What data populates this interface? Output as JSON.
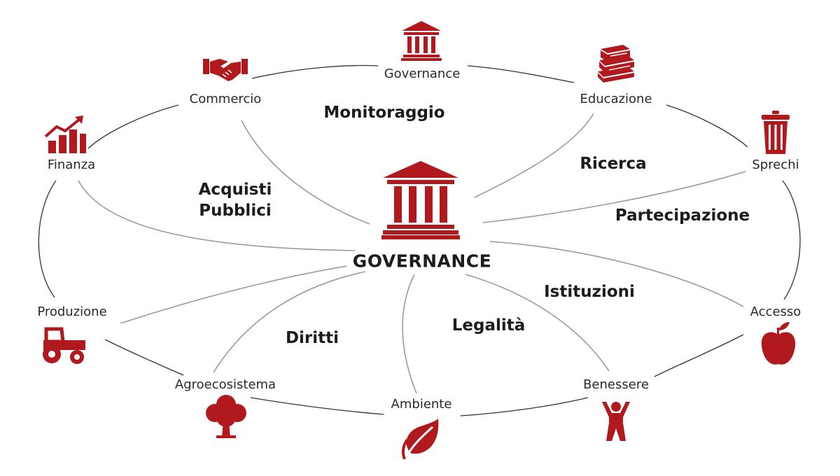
{
  "colors": {
    "icon": "#b0191e",
    "line": "#9a9a9a",
    "text": "#1c1c1c"
  },
  "center": {
    "label": "GOVERNANCE",
    "icon": "bank-icon"
  },
  "nodes": {
    "governance": {
      "label": "Governance",
      "icon": "bank-icon"
    },
    "commercio": {
      "label": "Commercio",
      "icon": "handshake-icon"
    },
    "educazione": {
      "label": "Educazione",
      "icon": "books-icon"
    },
    "finanza": {
      "label": "Finanza",
      "icon": "growth-chart-icon"
    },
    "sprechi": {
      "label": "Sprechi",
      "icon": "trash-can-icon"
    },
    "produzione": {
      "label": "Produzione",
      "icon": "tractor-icon"
    },
    "accesso": {
      "label": "Accesso",
      "icon": "apple-icon"
    },
    "agroecosistema": {
      "label": "Agroecosistema",
      "icon": "tree-icon"
    },
    "ambiente": {
      "label": "Ambiente",
      "icon": "leaf-icon"
    },
    "benessere": {
      "label": "Benessere",
      "icon": "person-cheering-icon"
    }
  },
  "themes": {
    "monitoraggio": "Monitoraggio",
    "ricerca": "Ricerca",
    "acquisti_line1": "Acquisti",
    "acquisti_line2": "Pubblici",
    "partecipazione": "Partecipazione",
    "istituzioni": "Istituzioni",
    "diritti": "Diritti",
    "legalita": "Legalità"
  }
}
